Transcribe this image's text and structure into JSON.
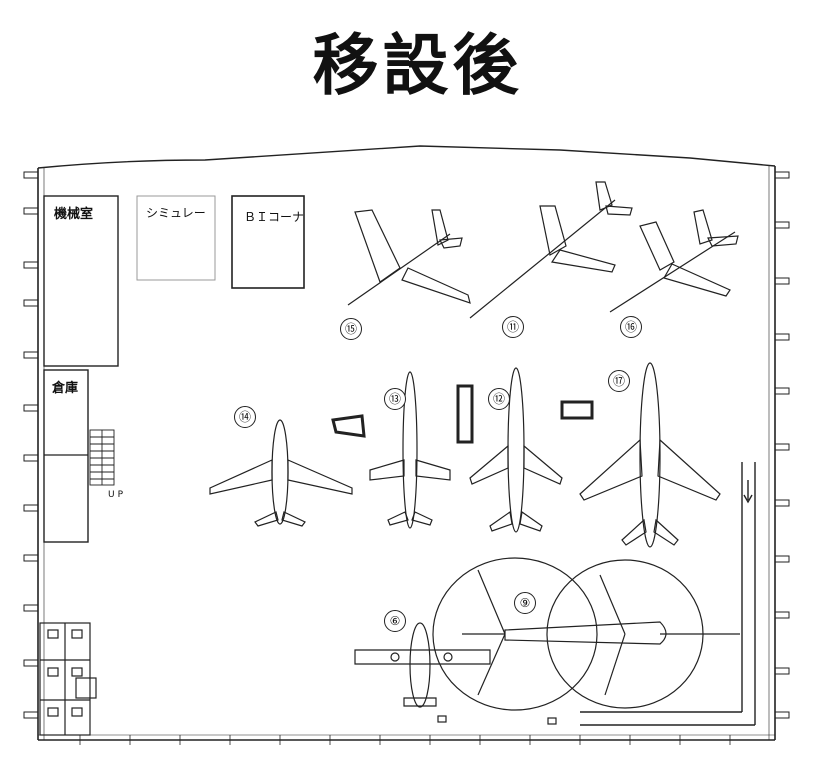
{
  "title": "移設後",
  "rooms": {
    "machine_room": "機械室",
    "storage": "倉庫",
    "simulator": "シミュレー",
    "bi_corner": "ＢＩコーナ"
  },
  "stair_label": "UP",
  "aircraft": [
    {
      "id": "aircraft-15",
      "number": "⑮"
    },
    {
      "id": "aircraft-11",
      "number": "⑪"
    },
    {
      "id": "aircraft-16",
      "number": "⑯"
    },
    {
      "id": "aircraft-14",
      "number": "⑭"
    },
    {
      "id": "aircraft-13",
      "number": "⑬"
    },
    {
      "id": "aircraft-12",
      "number": "⑫"
    },
    {
      "id": "aircraft-17",
      "number": "⑰"
    },
    {
      "id": "aircraft-6",
      "number": "⑥"
    },
    {
      "id": "aircraft-9",
      "number": "⑨"
    }
  ],
  "colors": {
    "line": "#222222",
    "background": "#ffffff"
  }
}
